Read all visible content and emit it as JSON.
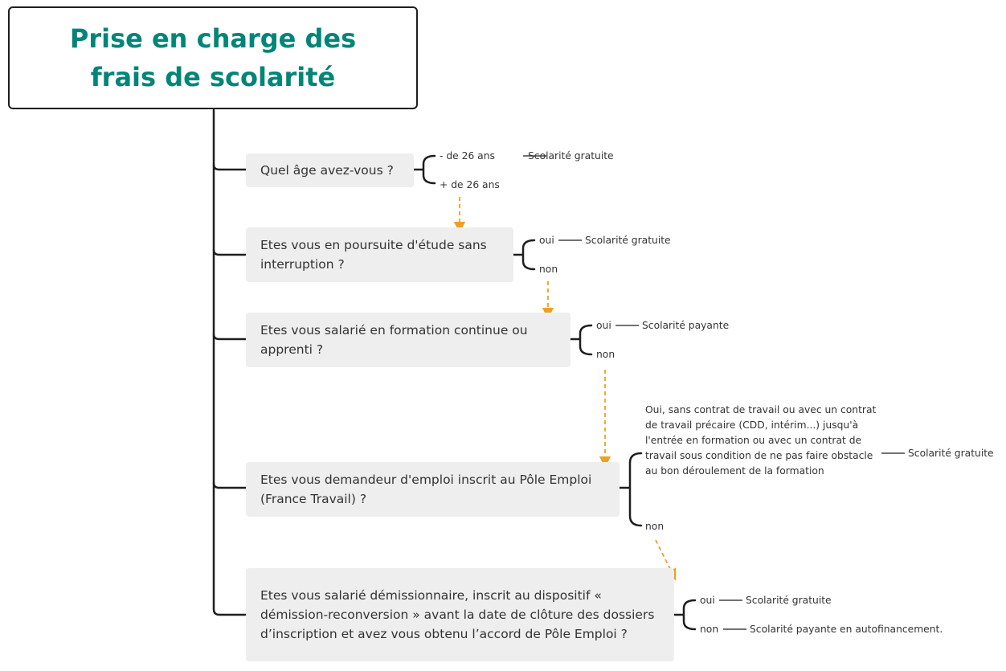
{
  "title": "Prise en charge des frais de scolarité",
  "questions": [
    {
      "text": "Quel âge avez-vous ?",
      "answers": [
        {
          "label": "- de 26 ans",
          "result": "Scolarité gratuite"
        },
        {
          "label": "+ de 26 ans",
          "result": ""
        }
      ]
    },
    {
      "text": "Etes vous en poursuite d'étude sans interruption ?",
      "answers": [
        {
          "label": "oui",
          "result": "Scolarité gratuite"
        },
        {
          "label": "non",
          "result": ""
        }
      ]
    },
    {
      "text": "Etes vous salarié en formation continue ou apprenti ?",
      "answers": [
        {
          "label": "oui",
          "result": "Scolarité payante"
        },
        {
          "label": "non",
          "result": ""
        }
      ]
    },
    {
      "text": "Etes vous demandeur d'emploi inscrit au Pôle Emploi (France Travail) ?",
      "answers": [
        {
          "label": "Oui, sans contrat de travail ou avec un contrat\nde travail précaire (CDD, intérim...) jusqu'à\nl'entrée en formation ou avec un contrat de\ntravail sous condition de ne pas faire obstacle\nau bon déroulement de la formation",
          "result": "Scolarité gratuite"
        },
        {
          "label": "non",
          "result": ""
        }
      ]
    },
    {
      "text": "Etes vous salarié démissionnaire, inscrit au dispositif « démission-reconversion » avant la date de clôture des dossiers d’inscription et avez vous obtenu l’accord de Pôle Emploi ?",
      "answers": [
        {
          "label": "oui",
          "result": "Scolarité gratuite"
        },
        {
          "label": "non",
          "result": "Scolarité payante en autofinancement."
        }
      ]
    }
  ],
  "colors": {
    "title": "#008578",
    "arrow": "#f0a020",
    "line": "#1e1e1e",
    "box": "#eeeeee"
  }
}
